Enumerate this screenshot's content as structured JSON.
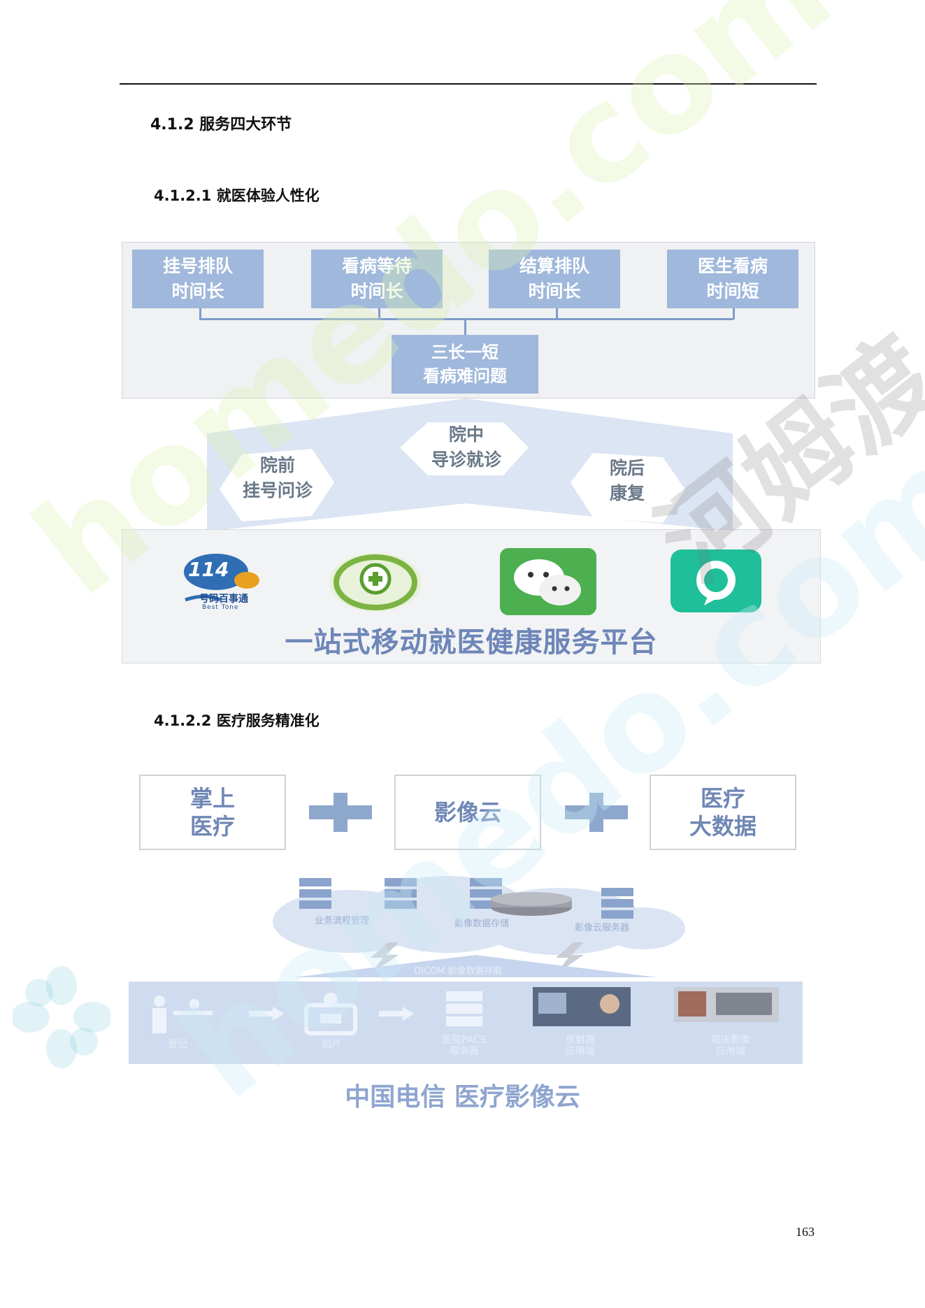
{
  "page": {
    "number": "163"
  },
  "section": {
    "heading": "4.1.2  服务四大环节"
  },
  "sub1": {
    "heading": "4.1.2.1  就医体验人性化"
  },
  "fig1": {
    "top_boxes": [
      {
        "line1": "挂号排队",
        "line2": "时间长"
      },
      {
        "line1": "看病等待",
        "line2": "时间长"
      },
      {
        "line1": "结算排队",
        "line2": "时间长"
      },
      {
        "line1": "医生看病",
        "line2": "时间短"
      }
    ],
    "center": {
      "line1": "三长一短",
      "line2": "看病难问题"
    },
    "stages": [
      {
        "line1": "院前",
        "line2": "挂号问诊"
      },
      {
        "line1": "院中",
        "line2": "导诊就诊"
      },
      {
        "line1": "院后",
        "line2": "康复"
      }
    ],
    "logos": {
      "logo1_number": "114",
      "logo1_name": "号码百事通",
      "logo1_sub": "Best Tone"
    },
    "platform_title": "一站式移动就医健康服务平台"
  },
  "sub2": {
    "heading": "4.1.2.2  医疗服务精准化"
  },
  "fig2": {
    "boxes": [
      {
        "line1": "掌上",
        "line2": "医疗"
      },
      {
        "line1": "影像云",
        "line2": ""
      },
      {
        "line1": "医疗",
        "line2": "大数据"
      }
    ],
    "cloud_labels": [
      "业务流程管理",
      "影像数据存储",
      "影像云服务器"
    ],
    "dicom_label": "DICOM 影像数据存取",
    "flow_labels": [
      {
        "line1": "登记",
        "line2": ""
      },
      {
        "line1": "拍片",
        "line2": ""
      },
      {
        "line1": "医院PACS",
        "line2": "服务器"
      },
      {
        "line1": "放射器",
        "line2": "应用端"
      },
      {
        "line1": "临床影像",
        "line2": "应用端"
      }
    ],
    "caption": "中国电信 医疗影像云"
  },
  "watermarks": [
    "homedo.com",
    "河姆渡"
  ]
}
